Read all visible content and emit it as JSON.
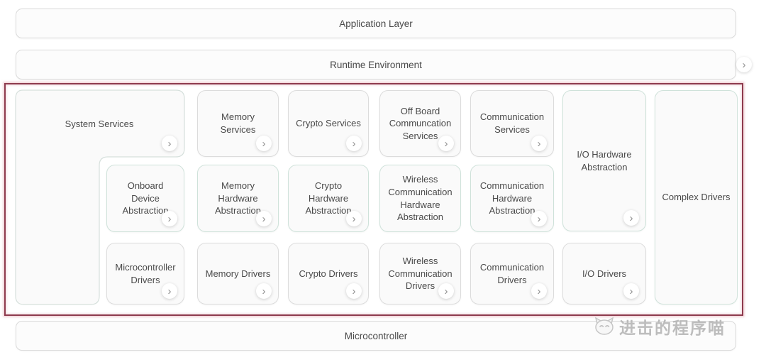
{
  "colors": {
    "highlight_frame": "#8e3b4e",
    "highlight_glow": "#e09ea8",
    "box_background": "#fafafa",
    "box_border_gray": "#dcdcdc",
    "box_border_mint": "#cfe2da",
    "text": "#4a4a4a",
    "chevron": "#8f8f8f",
    "watermark_gray": "#b2b2b2"
  },
  "icons": {
    "chevron_right": "›"
  },
  "layers": {
    "application": {
      "label": "Application Layer"
    },
    "runtime": {
      "label": "Runtime Environment"
    },
    "microcontroller": {
      "label": "Microcontroller"
    }
  },
  "bsw": {
    "system_services": {
      "label": "System Services"
    },
    "services_row": [
      {
        "label": "Memory Services"
      },
      {
        "label": "Crypto Services"
      },
      {
        "label": "Off Board Communcation Services"
      },
      {
        "label": "Communication Services"
      }
    ],
    "hw_abstraction_row": [
      {
        "label": "Onboard Device Abstraction"
      },
      {
        "label": "Memory Hardware Abstraction"
      },
      {
        "label": "Crypto Hardware Abstraction"
      },
      {
        "label": "Wireless Communication Hardware Abstraction"
      },
      {
        "label": "Communication Hardware Abstraction"
      }
    ],
    "drivers_row": [
      {
        "label": "Microcontroller Drivers"
      },
      {
        "label": "Memory Drivers"
      },
      {
        "label": "Crypto Drivers"
      },
      {
        "label": "Wireless Communication Drivers"
      },
      {
        "label": "Communication Drivers"
      },
      {
        "label": "I/O Drivers"
      }
    ],
    "io_hardware_abstraction": {
      "label": "I/O Hardware Abstraction"
    },
    "complex_drivers": {
      "label": "Complex Drivers"
    }
  },
  "watermark": {
    "text": "进击的程序喵"
  }
}
